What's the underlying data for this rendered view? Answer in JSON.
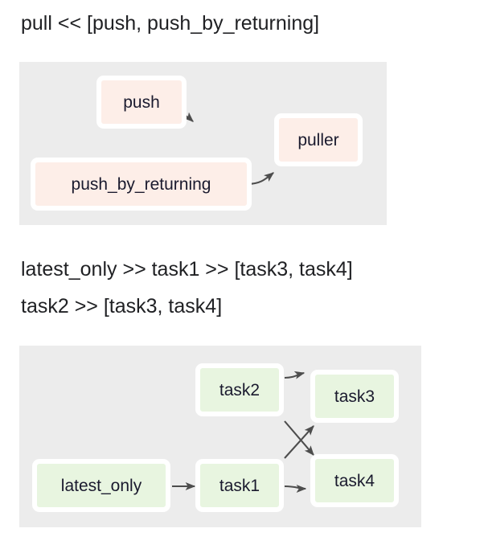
{
  "page": {
    "background": "#ffffff",
    "panel_background": "#ececec",
    "node_border": "#ffffff",
    "pink_fill": "#fdeee8",
    "green_fill": "#e8f5e0",
    "edge_color": "#4d4d4d",
    "text_color": "#202124"
  },
  "captions": {
    "pull_expression": "pull << [push, push_by_returning]",
    "tasks_expression_line1": "latest_only >> task1 >> [task3, task4]",
    "tasks_expression_line2": "task2 >> [task3, task4]"
  },
  "diagrams": [
    {
      "id": "pull-diagram",
      "node_color": "pink",
      "nodes": [
        {
          "id": "push",
          "label": "push"
        },
        {
          "id": "push_by_returning",
          "label": "push_by_returning"
        },
        {
          "id": "puller",
          "label": "puller"
        }
      ],
      "edges": [
        {
          "from": "push",
          "to": "puller"
        },
        {
          "from": "push_by_returning",
          "to": "puller"
        }
      ]
    },
    {
      "id": "tasks-diagram",
      "node_color": "green",
      "nodes": [
        {
          "id": "latest_only",
          "label": "latest_only"
        },
        {
          "id": "task1",
          "label": "task1"
        },
        {
          "id": "task2",
          "label": "task2"
        },
        {
          "id": "task3",
          "label": "task3"
        },
        {
          "id": "task4",
          "label": "task4"
        }
      ],
      "edges": [
        {
          "from": "latest_only",
          "to": "task1"
        },
        {
          "from": "task1",
          "to": "task3"
        },
        {
          "from": "task1",
          "to": "task4"
        },
        {
          "from": "task2",
          "to": "task3"
        },
        {
          "from": "task2",
          "to": "task4"
        }
      ]
    }
  ]
}
